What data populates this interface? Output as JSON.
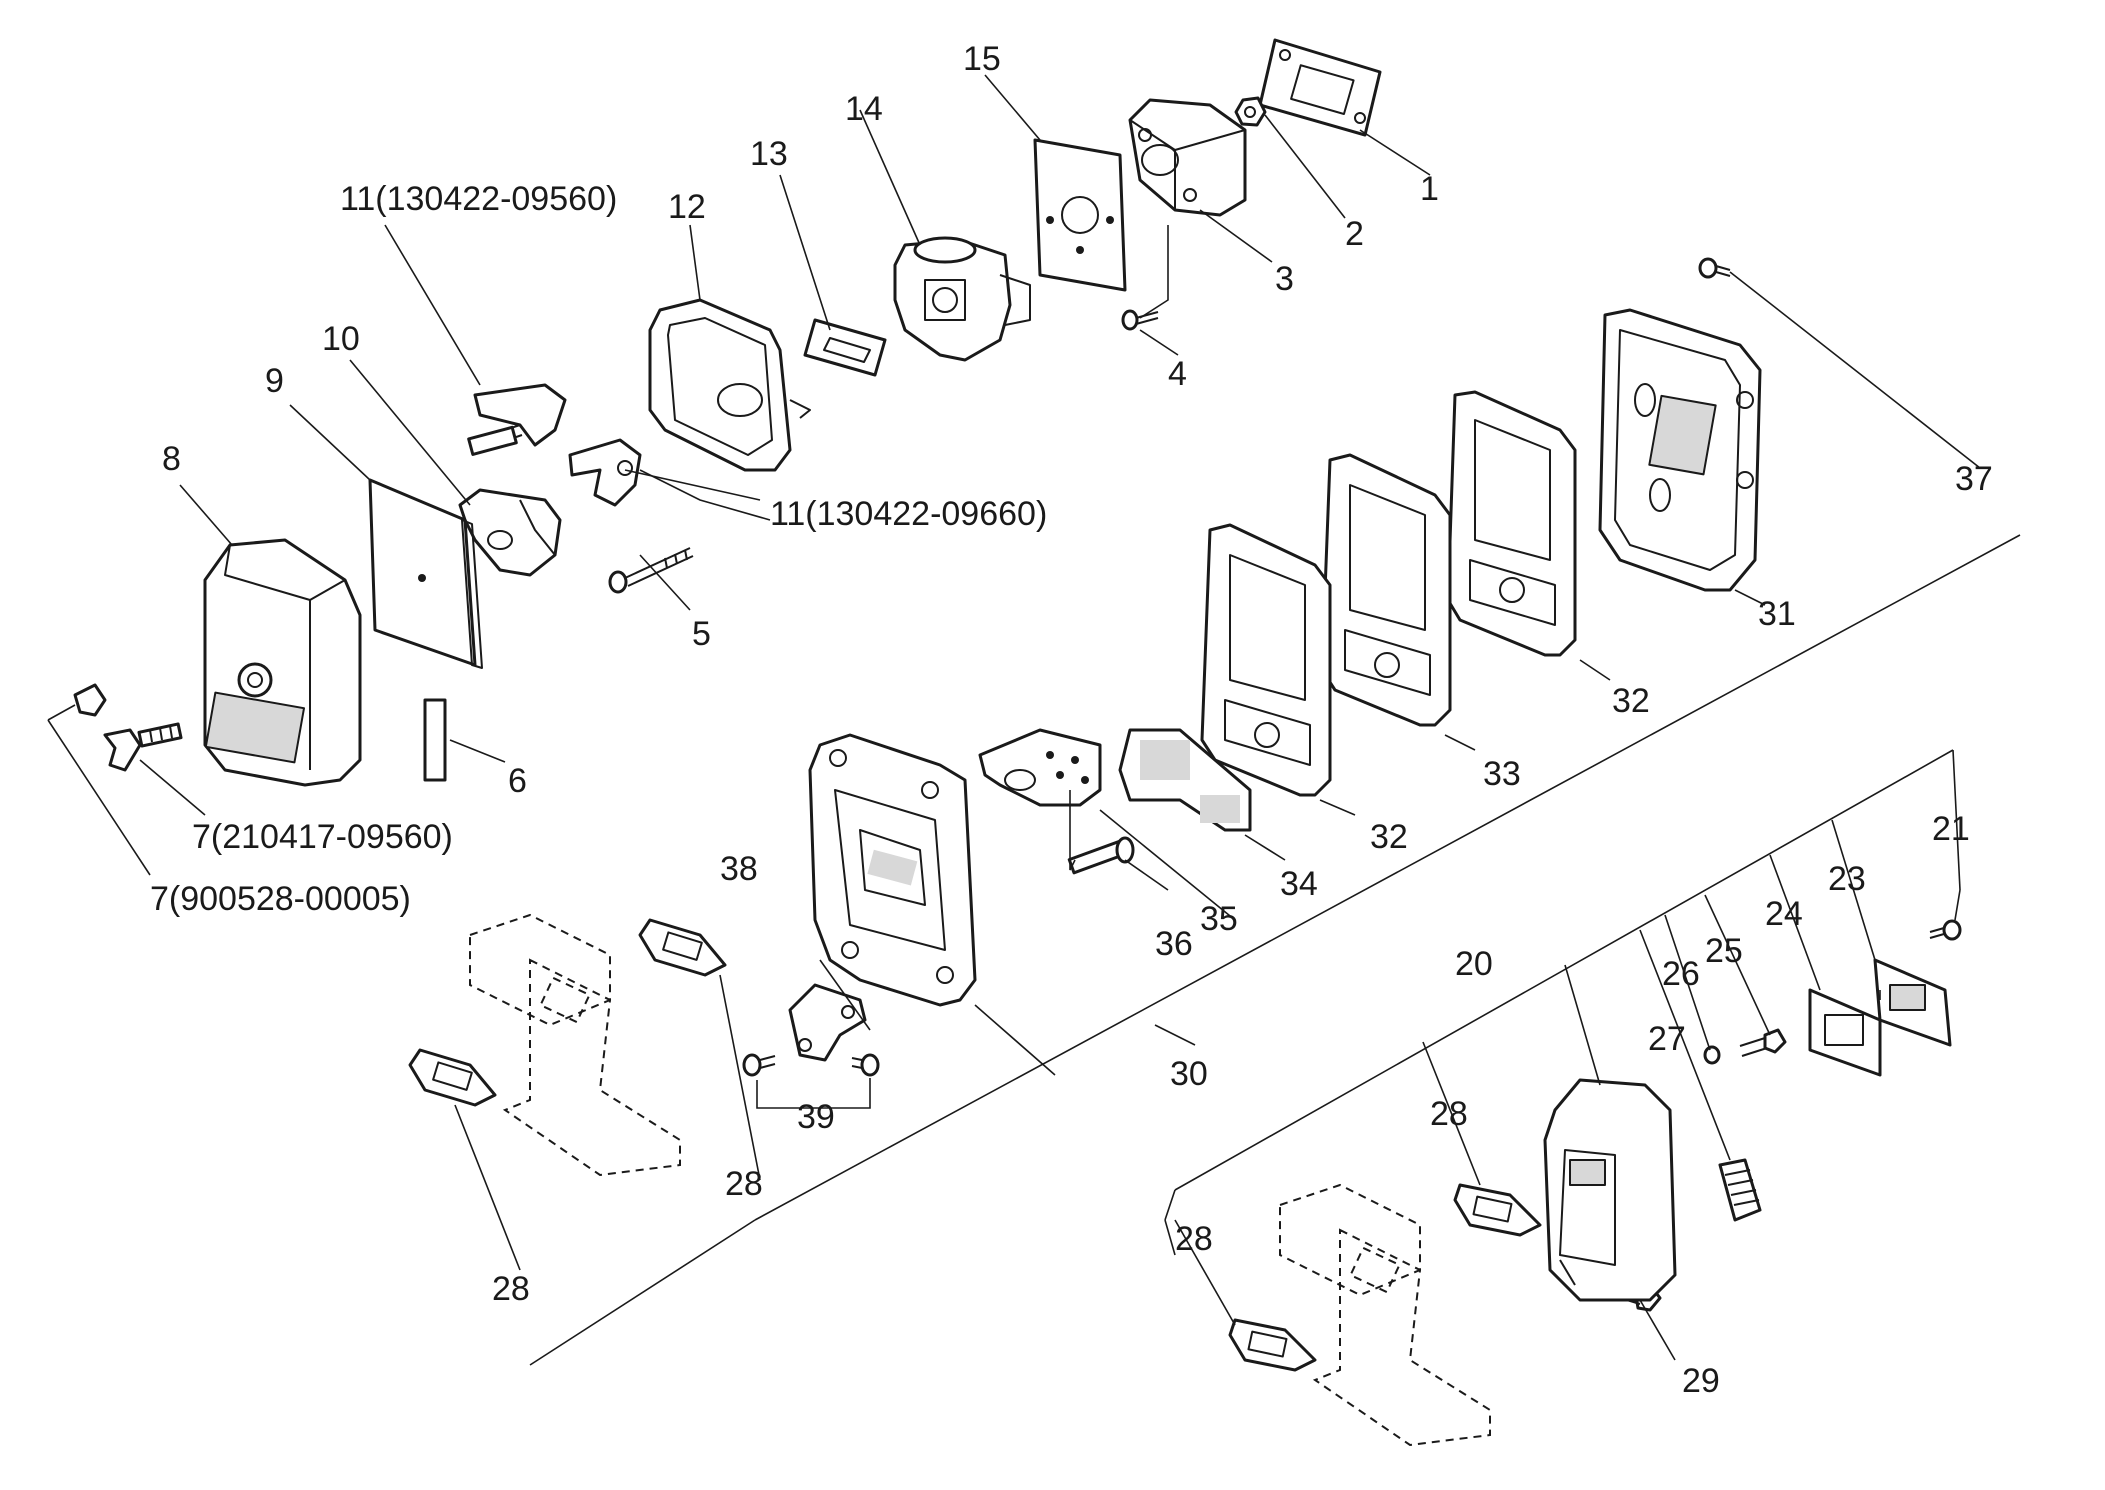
{
  "labels": {
    "l1": "1",
    "l2": "2",
    "l3": "3",
    "l4": "4",
    "l5": "5",
    "l6": "6",
    "l7a": "7(210417-09560)",
    "l7b": "7(900528-00005)",
    "l8": "8",
    "l9": "9",
    "l10": "10",
    "l11a": "11(130422-09560)",
    "l11b": "11(130422-09660)",
    "l12": "12",
    "l13": "13",
    "l14": "14",
    "l15": "15",
    "l20": "20",
    "l21": "21",
    "l23": "23",
    "l24": "24",
    "l25": "25",
    "l26": "26",
    "l27": "27",
    "l28a": "28",
    "l28b": "28",
    "l28c": "28",
    "l28d": "28",
    "l29": "29",
    "l30": "30",
    "l31": "31",
    "l32a": "32",
    "l32b": "32",
    "l33": "33",
    "l34": "34",
    "l35": "35",
    "l36": "36",
    "l37": "37",
    "l38": "38",
    "l39": "39"
  }
}
